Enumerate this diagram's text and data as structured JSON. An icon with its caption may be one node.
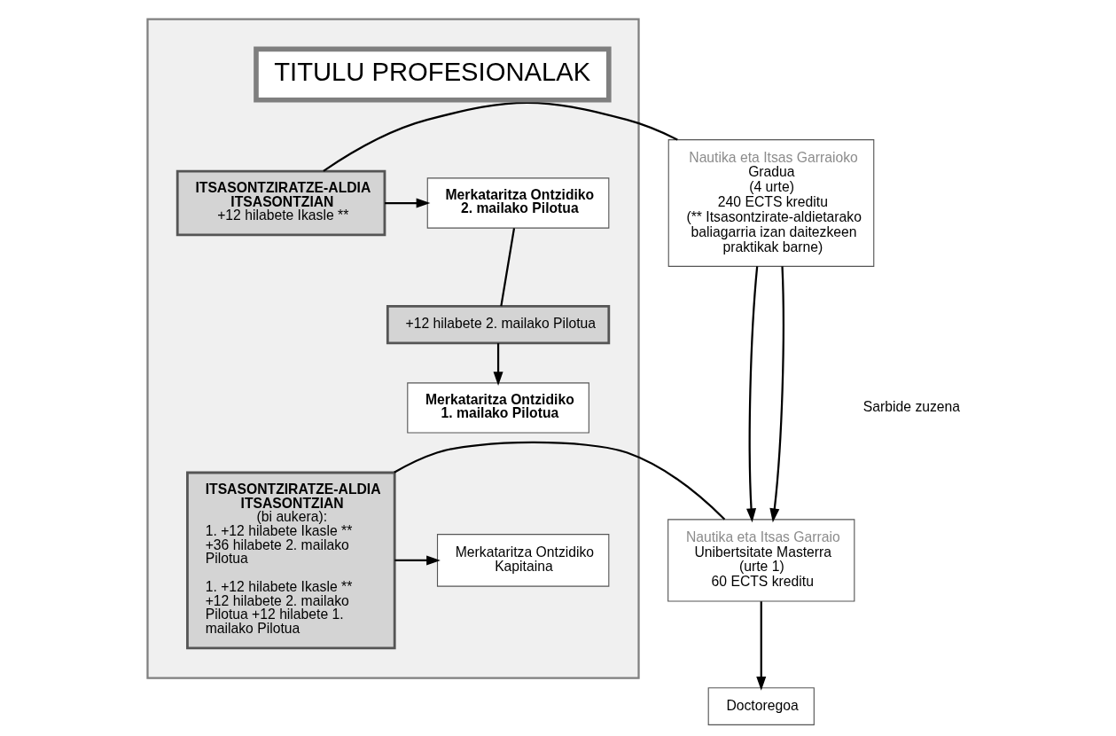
{
  "diagram": {
    "nodes": [
      {
        "text": [],
        "shape": "box"
      },
      {
        "text": [
          "TITULU PROFESIONALAK"
        ],
        "in": 0
      },
      {
        "text": [
          "Nautika eta Itsas Garraioko",
          "Gradua",
          "(4 urte)",
          "240 ECTS kreditu",
          "(** Itsasontzirate-aldietarako baliagarria izan daitezkeen praktikak barne)"
        ]
      },
      {
        "text": [
          "ITSASONTZIRATZE-ALDIA ITSASONTZIAN",
          "+12 hilabete Ikasle **"
        ],
        "in": 0
      },
      {
        "text": [
          "Merkataritza Ontzidiko 2. mailako Pilotua"
        ],
        "in": 0
      },
      {
        "text": [
          "+12 hilabete 2. mailako Pilotua"
        ],
        "in": 0
      },
      {
        "text": [
          "Merkataritza Ontzidiko 1. mailako Pilotua"
        ],
        "in": 0
      },
      {
        "text": [
          "Nautika eta Itsas Garraio",
          "Unibertsitate Masterra",
          "(urte 1)",
          "60 ECTS kreditu"
        ]
      },
      {
        "text": [
          "ITSASONTZIRATZE-ALDIA ITSASONTZIAN",
          "(bi aukera):",
          "1. +12 hilabete Ikasle ** +36 hilabete 2. mailako Pilotua",
          "1. +12 hilabete Ikasle ** +12 hilabete 2. mailako Pilotua +12 hilabete 1. mailako Pilotua"
        ],
        "in": 0
      },
      {
        "text": [
          "Merkataritza Ontzidiko Kapitaina"
        ],
        "in": 0
      },
      {
        "text": [
          "Doctoregoa"
        ]
      }
    ],
    "edges": [
      {
        "from": 2,
        "to": 3,
        "arrow": "none"
      },
      {
        "from": 3,
        "to": 4,
        "arrow": "to"
      },
      {
        "from": 4,
        "to": 5,
        "arrow": "none"
      },
      {
        "from": 5,
        "to": 6,
        "arrow": "to"
      },
      {
        "from": 2,
        "to": 7,
        "arrow": "to"
      },
      {
        "from": 2,
        "to": 7,
        "arrow": "to"
      },
      {
        "from": 7,
        "to": 8,
        "arrow": "none"
      },
      {
        "from": 8,
        "to": 9,
        "arrow": "to"
      },
      {
        "from": 7,
        "to": 10,
        "arrow": "to"
      }
    ],
    "labels": [
      "Sarbide zuzena"
    ]
  }
}
